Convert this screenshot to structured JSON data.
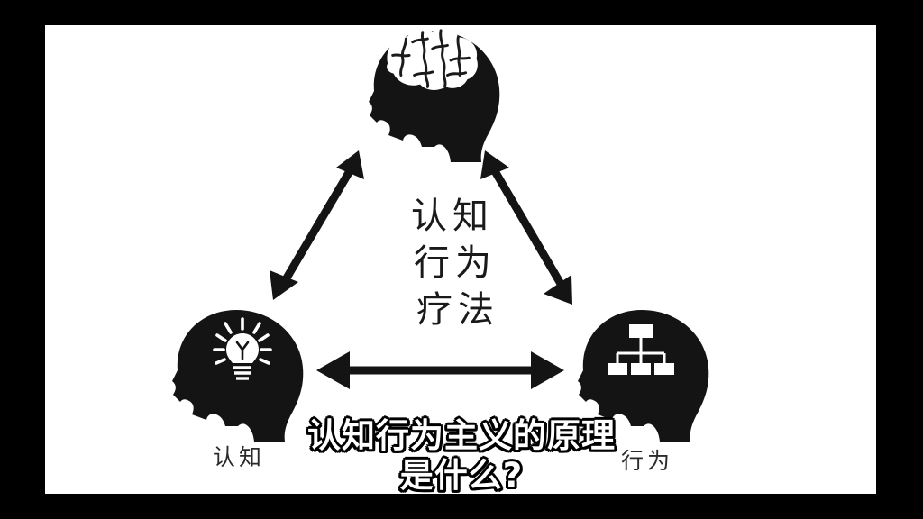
{
  "media": {
    "background_color": "#000000",
    "canvas_color": "#ffffff",
    "ink_color": "#1a1a1a"
  },
  "diagram": {
    "center_title_lines": [
      "认知",
      "行为",
      "疗法"
    ],
    "nodes": [
      {
        "id": "top",
        "icon": "head-with-brain-icon",
        "label": "",
        "position": "top"
      },
      {
        "id": "bottom-left",
        "icon": "head-with-lightbulb-icon",
        "label": "认知",
        "position": "bottom-left"
      },
      {
        "id": "bottom-right",
        "icon": "head-with-orgchart-icon",
        "label": "行为",
        "position": "bottom-right"
      }
    ],
    "connectors": [
      {
        "id": "left-edge",
        "from": "bottom-left",
        "to": "top",
        "style": "double-headed-arrow"
      },
      {
        "id": "right-edge",
        "from": "top",
        "to": "bottom-right",
        "style": "double-headed-arrow"
      },
      {
        "id": "bottom-edge",
        "from": "bottom-left",
        "to": "bottom-right",
        "style": "double-headed-arrow"
      }
    ]
  },
  "caption": {
    "line1": "认知行为主义的原理",
    "line2": "是什么?"
  }
}
